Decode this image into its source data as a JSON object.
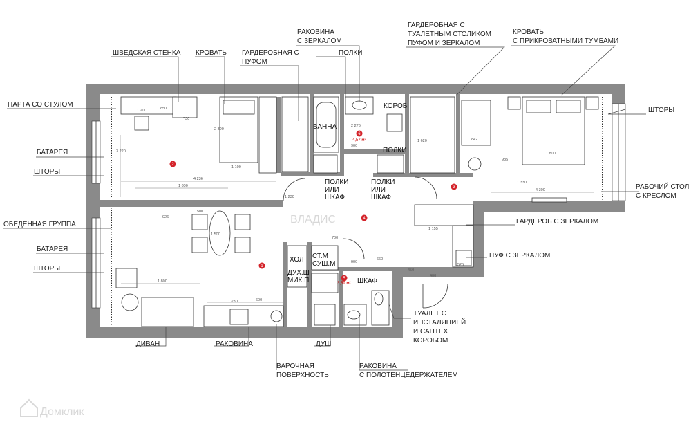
{
  "labels": {
    "swedish_wall": "ШВЕДСКАЯ СТЕНКА",
    "bed_left": "КРОВАТЬ",
    "wardrobe_pouf": [
      "ГАРДЕРОБНАЯ С",
      "ПУФОМ"
    ],
    "sink_mirror": [
      "РАКОВИНА",
      "С ЗЕРКАЛОМ"
    ],
    "shelves_top": "ПОЛКИ",
    "wardrobe_dressing": [
      "ГАРДЕРОБНАЯ С",
      "ТУАЛЕТНЫМ СТОЛИКОМ",
      "ПУФОМ И ЗЕРКАЛОМ"
    ],
    "bed_nightstands": [
      "КРОВАТЬ",
      "С ПРИКРОВАТНЫМИ ТУМБАМИ"
    ],
    "desk_chair": "ПАРТА СО СТУЛОМ",
    "radiator_1": "БАТАРЕЯ",
    "curtains_1": "ШТОРЫ",
    "dining_group": "ОБЕДЕННАЯ ГРУППА",
    "radiator_2": "БАТАРЕЯ",
    "curtains_2": "ШТОРЫ",
    "curtains_right": "ШТОРЫ",
    "work_desk": [
      "РАБОЧИЙ СТОЛ",
      "С КРЕСЛОМ"
    ],
    "wardrobe_mirror": "ГАРДЕРОБ С ЗЕРКАЛОМ",
    "pouf_mirror": "ПУФ С ЗЕРКАЛОМ",
    "toilet": [
      "ТУАЛЕТ С",
      "ИНСТАЛЯЦИЕЙ",
      "И САНТЕХ",
      "КОРОБОМ"
    ],
    "sofa": "ДИВАН",
    "sink_bottom": "РАКОВИНА",
    "shower": "ДУШ",
    "cooktop": [
      "ВАРОЧНАЯ",
      "ПОВЕРХНОСТЬ"
    ],
    "sink_towel": [
      "РАКОВИНА",
      "С ПОЛОТЕНЦЕДЕРЖАТЕЛЕМ"
    ]
  },
  "rooms": {
    "bath": "ВАННА",
    "box": "КОРОБ",
    "shelves_small": "ПОЛКИ",
    "shelves_or_cabinet_1": [
      "ПОЛКИ",
      "ИЛИ",
      "ШКАФ"
    ],
    "shelves_or_cabinet_2": [
      "ПОЛКИ",
      "ИЛИ",
      "ШКАФ"
    ],
    "fridge": "ХОЛ",
    "oven": [
      "ДУХ.Ш",
      "МИК.П"
    ],
    "washer": [
      "СТ.М",
      "СУШ.М"
    ],
    "cabinet": "ШКАФ"
  },
  "room_numbers": [
    "1",
    "2",
    "3",
    "4",
    "5",
    "6"
  ],
  "areas": [
    "4,57 м²",
    "3,59 м²"
  ],
  "dimensions": [
    "1 200",
    "730",
    "850",
    "2 300",
    "1 100",
    "3 220",
    "4 236",
    "1 800",
    "926",
    "500",
    "1 500",
    "1 800",
    "1 230",
    "600",
    "2 276",
    "900",
    "1 620",
    "842",
    "1 800",
    "985",
    "1 330",
    "4 300",
    "1 155",
    "700",
    "900",
    "660",
    "450",
    "400",
    "525",
    "1 230"
  ],
  "watermark": {
    "brand": "Домклик",
    "agency": "ВЛАДИС"
  },
  "colors": {
    "wall": "#8a8a8a",
    "room_number": "#d4242b",
    "line": "#333333"
  }
}
